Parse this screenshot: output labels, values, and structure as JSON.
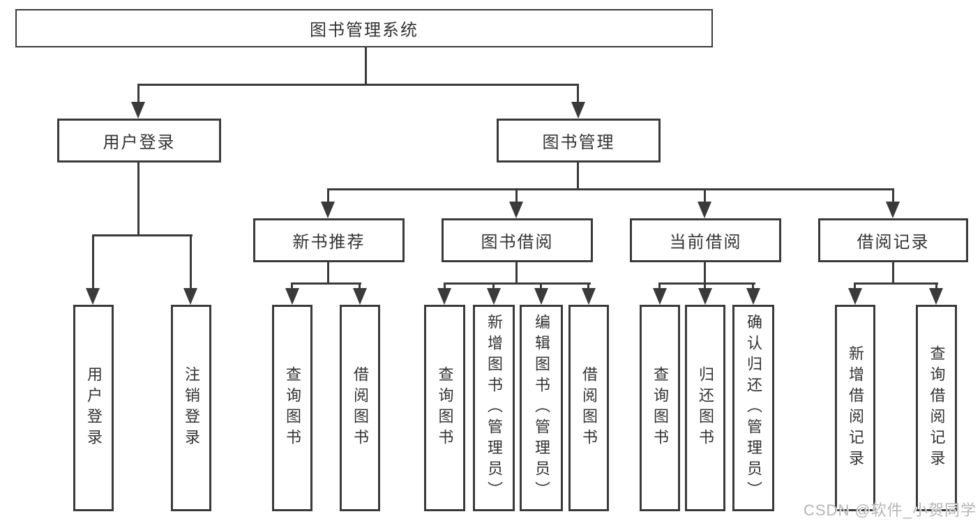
{
  "tree": {
    "root": {
      "label": "图书管理系统",
      "children": [
        {
          "label": "用户登录",
          "children": [
            {
              "label": "用户登录"
            },
            {
              "label": "注销登录"
            }
          ]
        },
        {
          "label": "图书管理",
          "children": [
            {
              "label": "新书推荐",
              "children": [
                {
                  "label": "查询图书"
                },
                {
                  "label": "借阅图书"
                }
              ]
            },
            {
              "label": "图书借阅",
              "children": [
                {
                  "label": "查询图书"
                },
                {
                  "label": "新增图书（管理员）"
                },
                {
                  "label": "编辑图书（管理员）"
                },
                {
                  "label": "借阅图书"
                }
              ]
            },
            {
              "label": "当前借阅",
              "children": [
                {
                  "label": "查询图书"
                },
                {
                  "label": "归还图书"
                },
                {
                  "label": "确认归还（管理员）"
                }
              ]
            },
            {
              "label": "借阅记录",
              "children": [
                {
                  "label": "新增借阅记录"
                },
                {
                  "label": "查询借阅记录"
                }
              ]
            }
          ]
        }
      ]
    }
  },
  "watermark": {
    "text": "CSDN @软件_小贺同学"
  },
  "colors": {
    "line": "#3a3a3a",
    "text": "#333333",
    "box_background": "#ffffff",
    "page_background": "#ffffff",
    "watermark": "#b5b5b5"
  }
}
